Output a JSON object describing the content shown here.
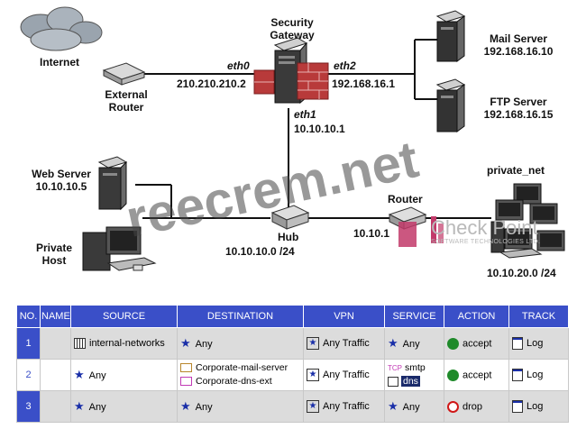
{
  "diagram": {
    "internet": "Internet",
    "external_router": [
      "External",
      "Router"
    ],
    "security_gateway": [
      "Security",
      "Gateway"
    ],
    "eth0_name": "eth0",
    "eth0_ip": "210.210.210.2",
    "eth2_name": "eth2",
    "eth2_ip": "192.168.16.1",
    "eth1_name": "eth1",
    "eth1_ip": "10.10.10.1",
    "mail_server": [
      "Mail Server",
      "192.168.16.10"
    ],
    "ftp_server": [
      "FTP Server",
      "192.168.16.15"
    ],
    "web_server": [
      "Web Server",
      "10.10.10.5"
    ],
    "private_host": [
      "Private",
      "Host"
    ],
    "hub": "Hub",
    "hub_net": "10.10.10.0 /24",
    "router": "Router",
    "router_ip": "10.10.1",
    "private_net": "private_net",
    "private_net_addr": "10.10.20.0 /24",
    "watermark": "reecrem.net",
    "vendor_brand": "Check Point",
    "vendor_tagline": "SOFTWARE TECHNOLOGIES LTD."
  },
  "table": {
    "headers": [
      "NO.",
      "NAME",
      "SOURCE",
      "DESTINATION",
      "VPN",
      "SERVICE",
      "ACTION",
      "TRACK"
    ],
    "rows": [
      {
        "no": "1",
        "name": "",
        "source": "internal-networks",
        "destinations": [
          "Any"
        ],
        "vpn": "Any Traffic",
        "services": [
          "Any"
        ],
        "action": "accept",
        "track": "Log"
      },
      {
        "no": "2",
        "name": "",
        "source": "Any",
        "destinations": [
          "Corporate-mail-server",
          "Corporate-dns-ext"
        ],
        "vpn": "Any Traffic",
        "services": [
          "smtp",
          "dns"
        ],
        "service_tag": "TCP",
        "action": "accept",
        "track": "Log"
      },
      {
        "no": "3",
        "name": "",
        "source": "Any",
        "destinations": [
          "Any"
        ],
        "vpn": "Any Traffic",
        "services": [
          "Any"
        ],
        "action": "drop",
        "track": "Log"
      }
    ]
  },
  "colors": {
    "header_bg": "#3a4fc8",
    "accept": "#1f8a2a",
    "drop": "#d01818",
    "firewall_brick": "#b83a3a"
  }
}
